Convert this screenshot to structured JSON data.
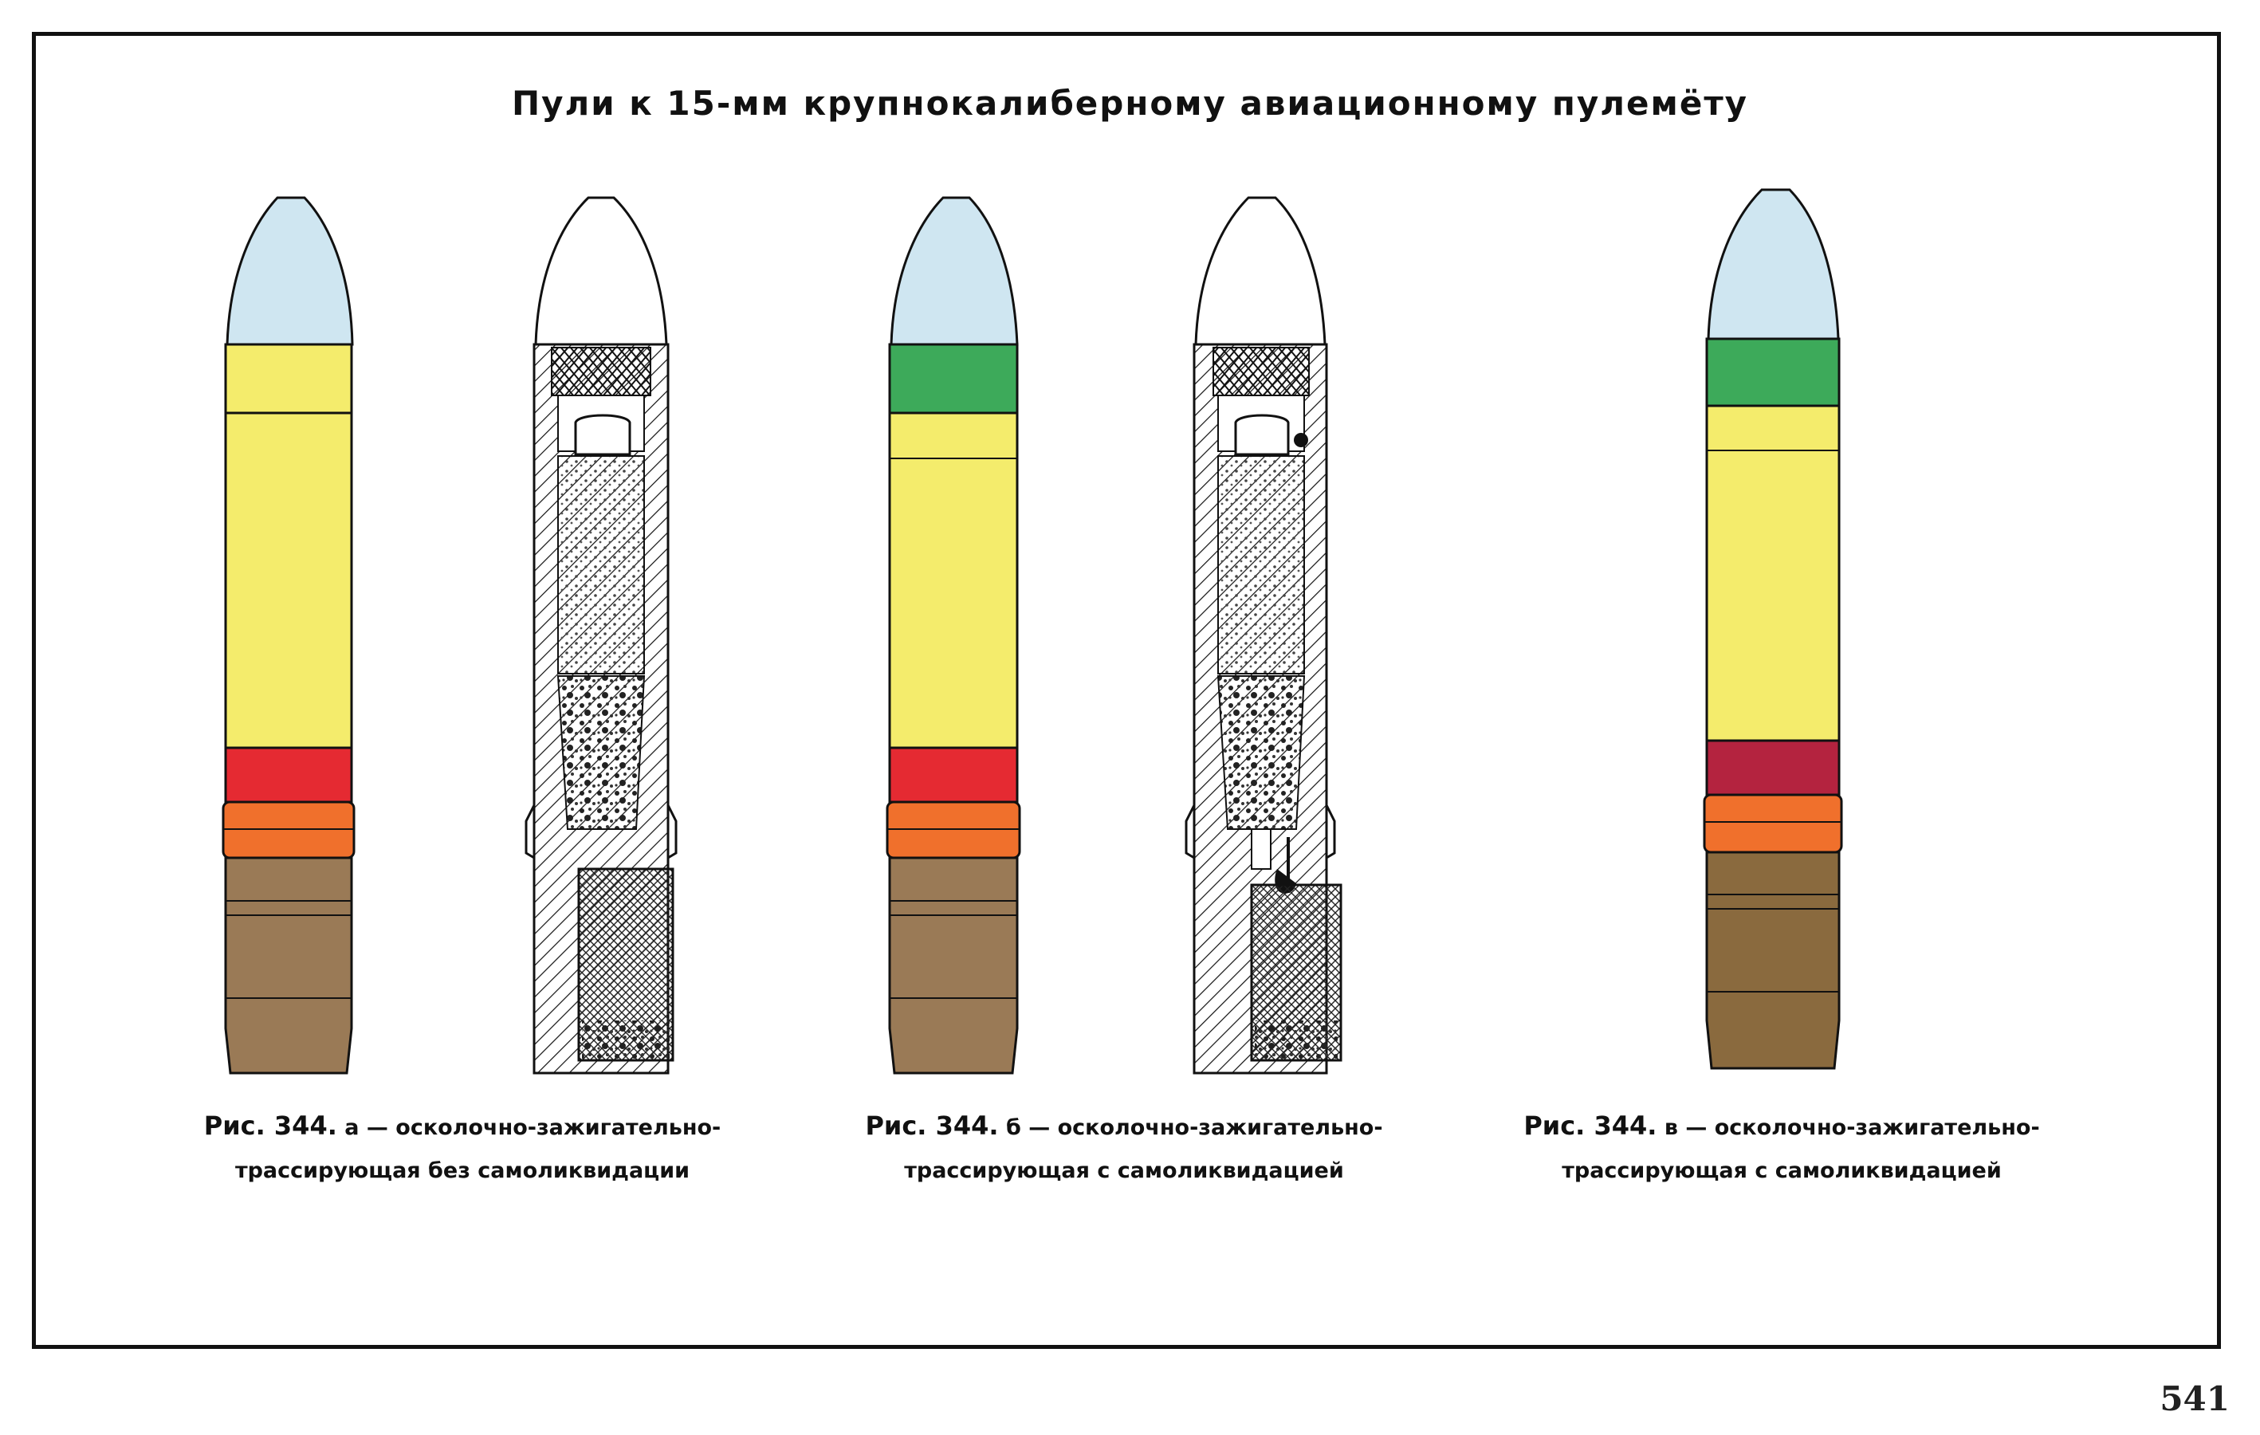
{
  "title": "Пули к 15-мм крупнокалиберному авиационному пулемёту",
  "page_number": "541",
  "figures": [
    {
      "fig": "Рис. 344.",
      "line1": "а — осколочно-зажигательно-",
      "line2": "трассирующая без самоликвидации"
    },
    {
      "fig": "Рис. 344.",
      "line1": "б — осколочно-зажигательно-",
      "line2": "трассирующая с самоликвидацией"
    },
    {
      "fig": "Рис. 344.",
      "line1": "в — осколочно-зажигательно-",
      "line2": "трассирующая с самоликвидацией"
    }
  ],
  "colors": {
    "tip": "#cfe6f1",
    "body_yellow": "#f4ec6c",
    "band_green": "#3daa5a",
    "band_red": "#e52a32",
    "band_dark_red": "#b4233f",
    "band_orange": "#f0702c",
    "base_brown": "#9a7a56",
    "outline": "#111111"
  }
}
